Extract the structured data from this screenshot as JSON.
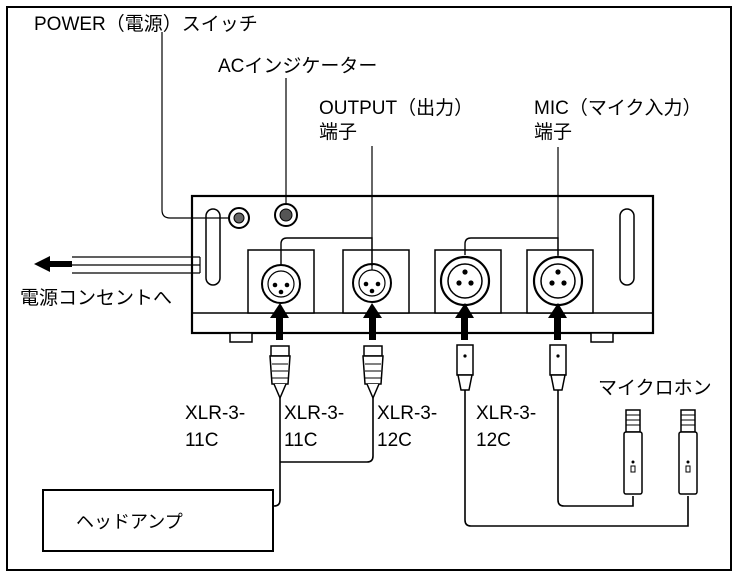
{
  "labels": {
    "power_switch": "POWER（電源）スイッチ",
    "ac_indicator": "ACインジケーター",
    "output_line1": "OUTPUT（出力）",
    "output_line2": "端子",
    "mic_line1": "MIC（マイク入力）",
    "mic_line2": "端子",
    "to_outlet": "電源コンセントへ",
    "microphone": "マイクロホン",
    "headamp": "ヘッドアンプ"
  },
  "plugs": [
    {
      "line1": "XLR-3-",
      "line2": "11C"
    },
    {
      "line1": "XLR-3-",
      "line2": "11C"
    },
    {
      "line1": "XLR-3-",
      "line2": "12C"
    },
    {
      "line1": "XLR-3-",
      "line2": "12C"
    }
  ]
}
